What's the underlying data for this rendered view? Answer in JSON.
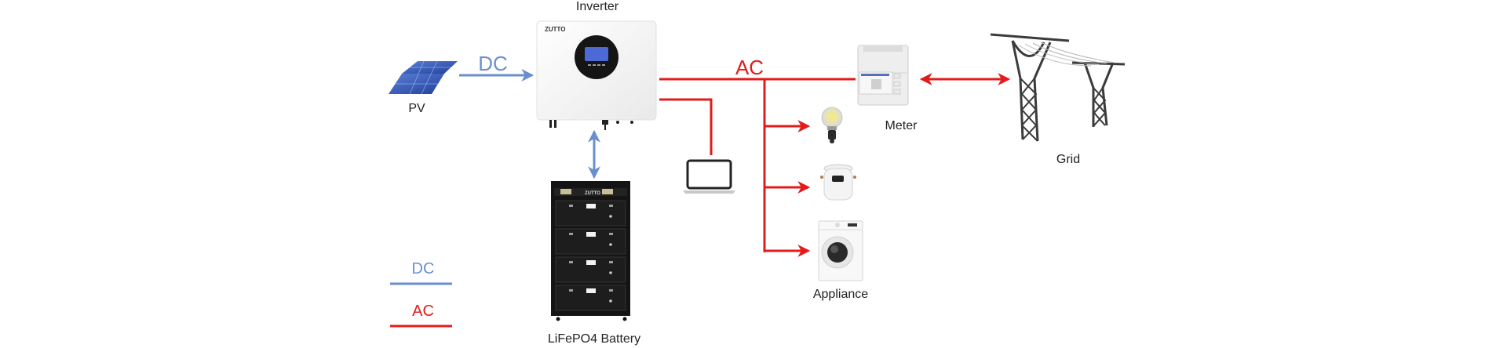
{
  "colors": {
    "dc": "#6a8fcf",
    "ac": "#e21c1c",
    "label": "#222222"
  },
  "nodes": {
    "pv": {
      "label": "PV",
      "icon": "solar-panel-icon"
    },
    "inverter": {
      "label": "Inverter",
      "brand": "ZUTTO",
      "icon": "inverter-icon"
    },
    "battery": {
      "label": "LiFePO4 Battery",
      "brand": "ZUTTO",
      "modules": 4,
      "icon": "battery-rack-icon"
    },
    "laptop": {
      "icon": "laptop-icon"
    },
    "bulb": {
      "icon": "light-bulb-icon"
    },
    "cooker": {
      "icon": "rice-cooker-icon"
    },
    "washer": {
      "icon": "washing-machine-icon"
    },
    "appliance": {
      "label": "Appliance"
    },
    "meter": {
      "label": "Meter",
      "icon": "energy-meter-icon"
    },
    "grid": {
      "label": "Grid",
      "icon": "power-tower-icon"
    }
  },
  "flows": {
    "dc_label": "DC",
    "ac_label": "AC"
  },
  "legend": [
    {
      "label": "DC",
      "type": "dc"
    },
    {
      "label": "AC",
      "type": "ac"
    }
  ]
}
